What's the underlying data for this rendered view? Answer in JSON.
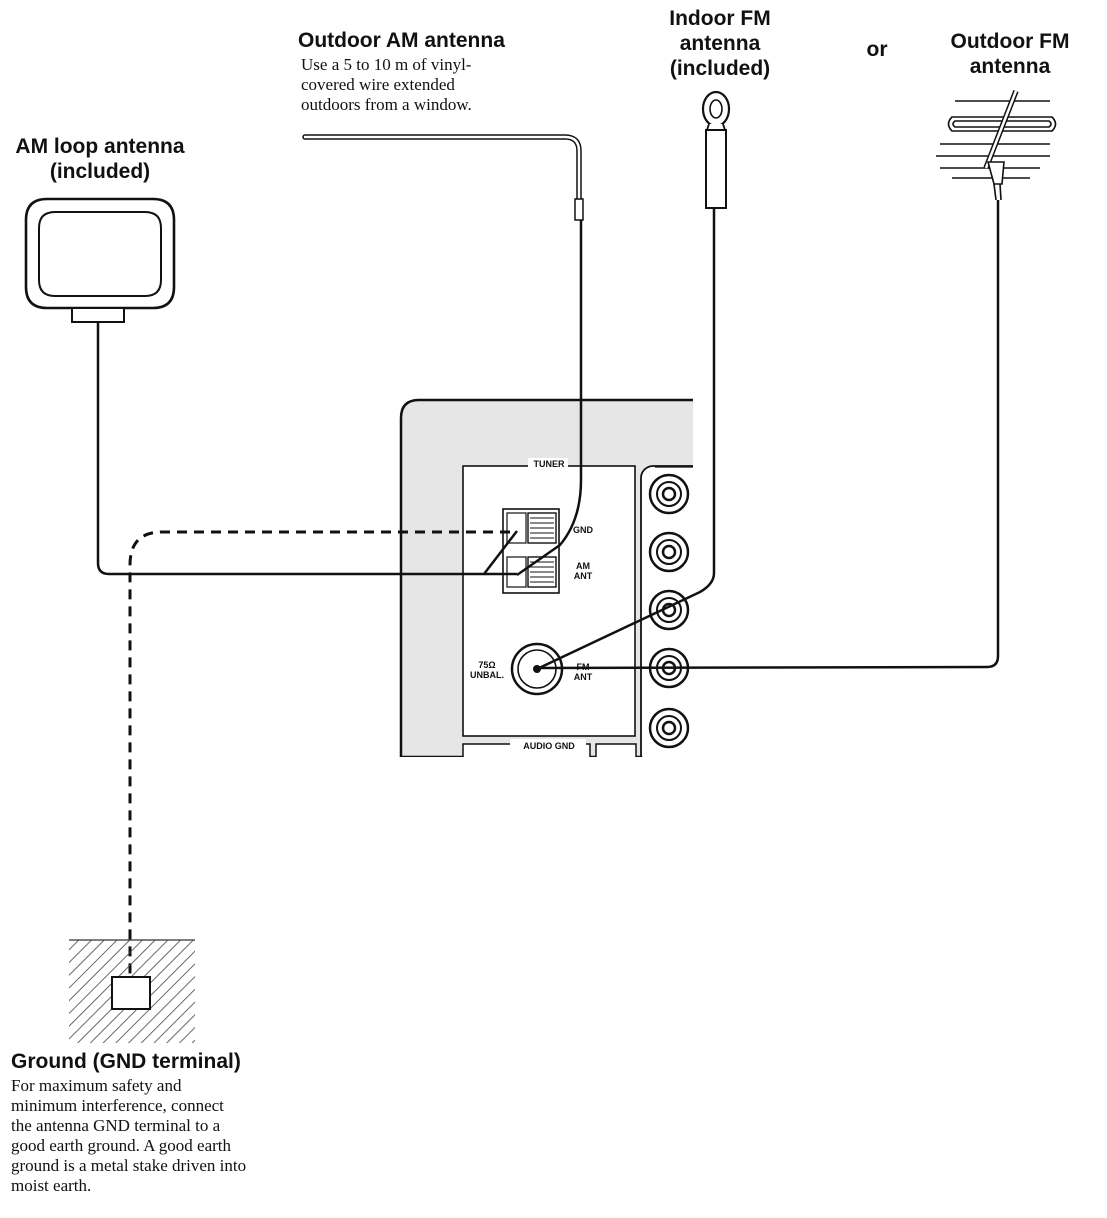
{
  "am_outdoor": {
    "title": "Outdoor AM antenna",
    "desc": [
      "Use a 5 to 10 m of vinyl-",
      "covered wire extended",
      "outdoors from a window."
    ]
  },
  "fm_indoor": {
    "title": [
      "Indoor FM",
      "antenna",
      "(included)"
    ]
  },
  "or_text": "or",
  "fm_outdoor": {
    "title": [
      "Outdoor FM",
      "antenna"
    ]
  },
  "am_loop": {
    "title": [
      "AM loop antenna",
      "(included)"
    ]
  },
  "ground": {
    "title": "Ground (GND terminal)",
    "desc": [
      "For maximum safety and",
      "minimum interference, connect",
      "the antenna GND terminal to a",
      "good earth ground. A good earth",
      "ground is a metal stake driven into",
      "moist earth."
    ]
  },
  "panel": {
    "tuner": "TUNER",
    "gnd": "GND",
    "am_ant": [
      "AM",
      "ANT"
    ],
    "unbal": [
      "75Ω",
      "UNBAL."
    ],
    "fm_ant": [
      "FM",
      "ANT"
    ],
    "audio_gnd": "AUDIO GND"
  },
  "colors": {
    "line": "#111111",
    "panel_fill": "#e6e6e6",
    "background": "#ffffff"
  }
}
